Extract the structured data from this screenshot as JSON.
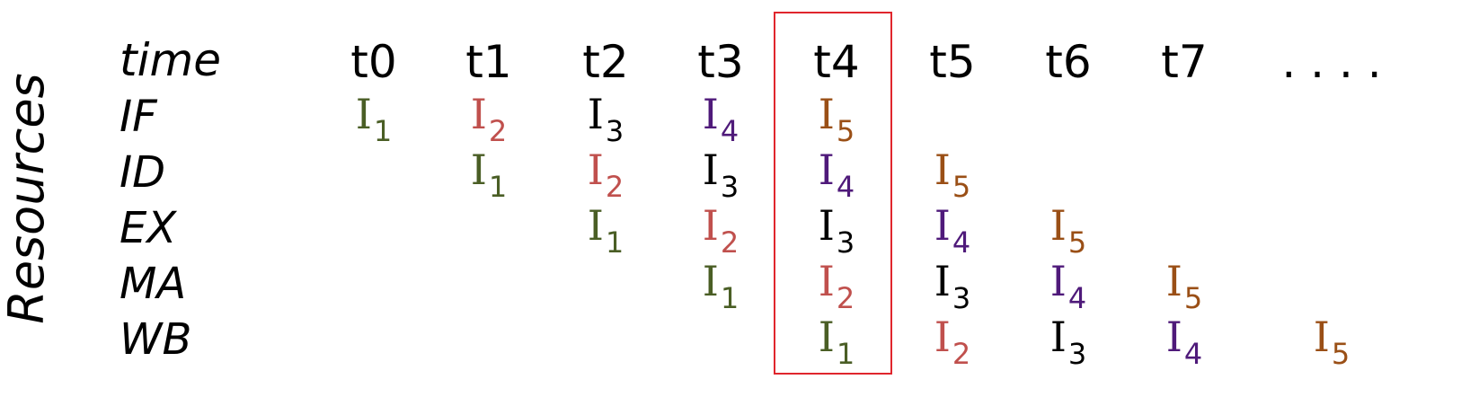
{
  "axis_title": "Resources",
  "header_label": "time",
  "time_labels": [
    "t0",
    "t1",
    "t2",
    "t3",
    "t4",
    "t5",
    "t6",
    "t7",
    ". . . ."
  ],
  "stages": [
    "IF",
    "ID",
    "EX",
    "MA",
    "WB"
  ],
  "instructions": [
    {
      "letter": "I",
      "index": "1",
      "color": "#4a5e25"
    },
    {
      "letter": "I",
      "index": "2",
      "color": "#c0504d"
    },
    {
      "letter": "I",
      "index": "3",
      "color": "#000000"
    },
    {
      "letter": "I",
      "index": "4",
      "color": "#4f1a7a"
    },
    {
      "letter": "I",
      "index": "5",
      "color": "#9a4f16"
    }
  ],
  "occupancy": [
    {
      "stage": 0,
      "instruction": 0,
      "time": 0
    },
    {
      "stage": 0,
      "instruction": 1,
      "time": 1
    },
    {
      "stage": 0,
      "instruction": 2,
      "time": 2
    },
    {
      "stage": 0,
      "instruction": 3,
      "time": 3
    },
    {
      "stage": 0,
      "instruction": 4,
      "time": 4
    },
    {
      "stage": 1,
      "instruction": 0,
      "time": 1
    },
    {
      "stage": 1,
      "instruction": 1,
      "time": 2
    },
    {
      "stage": 1,
      "instruction": 2,
      "time": 3
    },
    {
      "stage": 1,
      "instruction": 3,
      "time": 4
    },
    {
      "stage": 1,
      "instruction": 4,
      "time": 5
    },
    {
      "stage": 2,
      "instruction": 0,
      "time": 2
    },
    {
      "stage": 2,
      "instruction": 1,
      "time": 3
    },
    {
      "stage": 2,
      "instruction": 2,
      "time": 4
    },
    {
      "stage": 2,
      "instruction": 3,
      "time": 5
    },
    {
      "stage": 2,
      "instruction": 4,
      "time": 6
    },
    {
      "stage": 3,
      "instruction": 0,
      "time": 3
    },
    {
      "stage": 3,
      "instruction": 1,
      "time": 4
    },
    {
      "stage": 3,
      "instruction": 2,
      "time": 5
    },
    {
      "stage": 3,
      "instruction": 3,
      "time": 6
    },
    {
      "stage": 3,
      "instruction": 4,
      "time": 7
    },
    {
      "stage": 4,
      "instruction": 0,
      "time": 4
    },
    {
      "stage": 4,
      "instruction": 1,
      "time": 5
    },
    {
      "stage": 4,
      "instruction": 2,
      "time": 6
    },
    {
      "stage": 4,
      "instruction": 3,
      "time": 7
    },
    {
      "stage": 4,
      "instruction": 4,
      "time": 8
    }
  ],
  "highlighted_time": 4,
  "colors": {
    "highlight_border": "#e0262d",
    "text": "#000000"
  }
}
